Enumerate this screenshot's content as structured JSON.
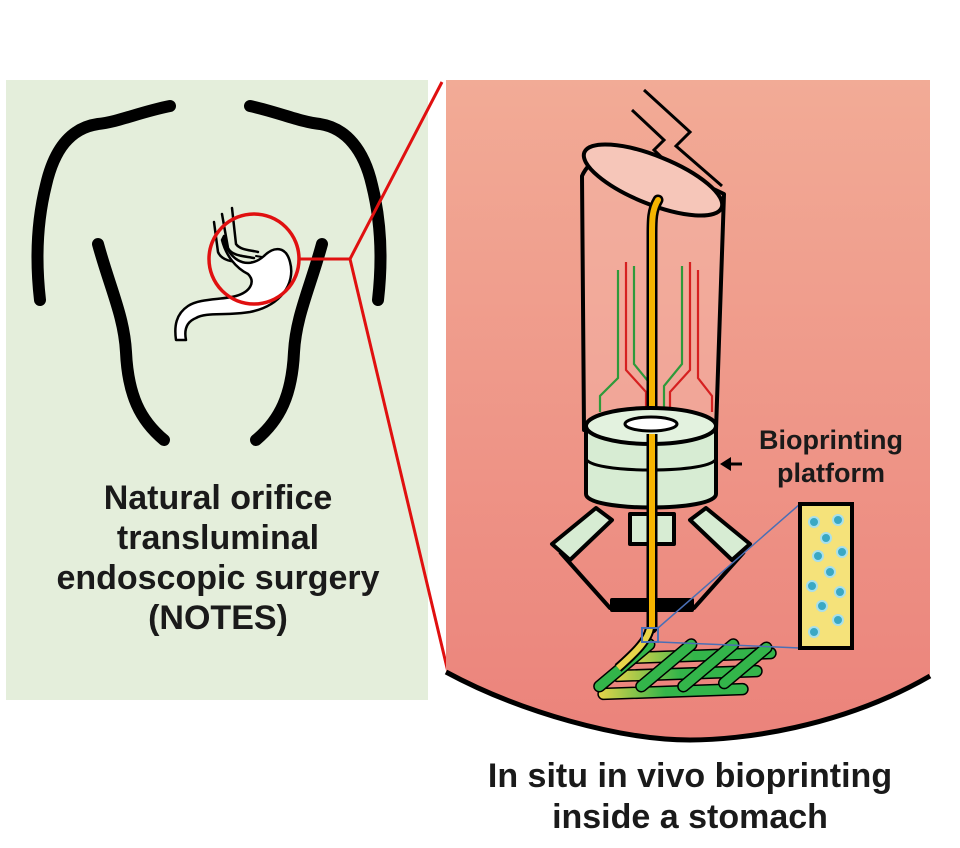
{
  "notes_panel": {
    "caption_lines": [
      "Natural orifice",
      "transluminal",
      "endoscopic surgery",
      "(NOTES)"
    ]
  },
  "stomach_panel": {
    "callout_lines": [
      "Bioprinting",
      "platform"
    ],
    "caption_lines": [
      "In situ in vivo bioprinting",
      "inside a stomach"
    ]
  },
  "colors": {
    "left_panel_bg": "#e4eedb",
    "stomach_bg_top": "#f2ab96",
    "stomach_bg_bottom": "#eb837b",
    "zoom_lines": "#e01010",
    "platform_fill": "#d7ecd3",
    "print_nozzle": "#f5b400",
    "scaffold": "#33b54a",
    "bioink_fill": "#f5e27a",
    "cell": "#3aa8c4"
  },
  "icons": [
    "torso-outline-icon",
    "stomach-icon",
    "endoscope-icon",
    "zoom-circle-icon",
    "arrow-icon",
    "cell-icon"
  ]
}
